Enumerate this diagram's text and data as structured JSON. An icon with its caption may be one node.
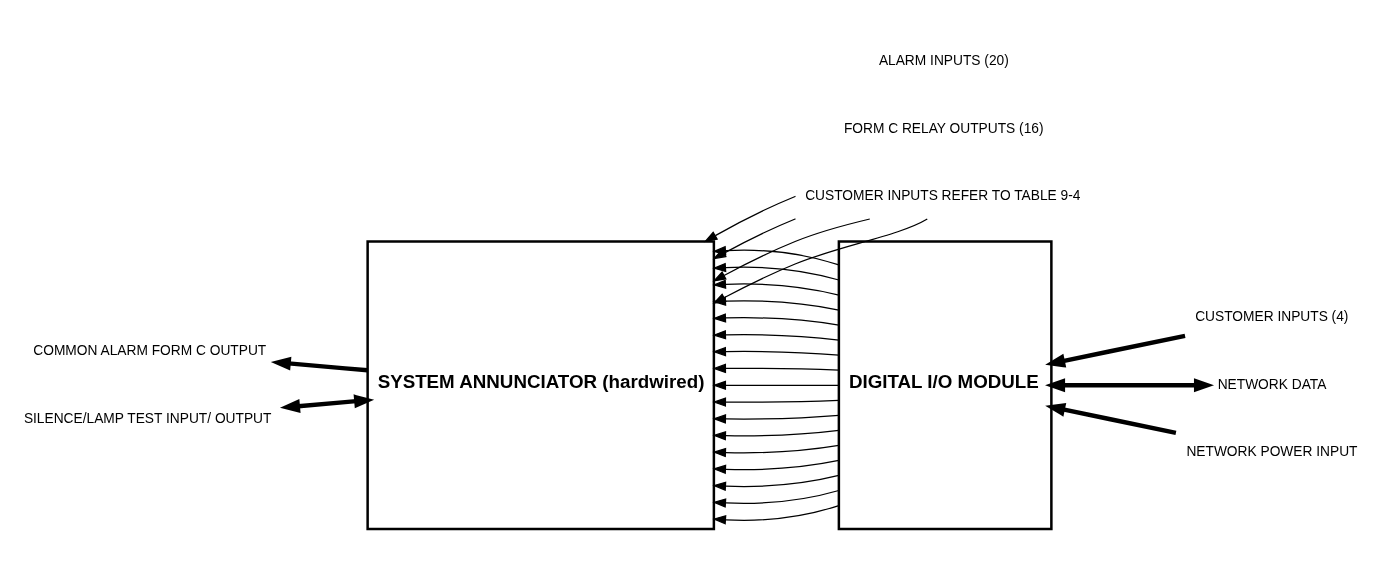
{
  "diagram": {
    "nodes": [
      {
        "text": [
          "SYSTEM ANNUNCIATOR (hardwired)"
        ]
      },
      {
        "text": [
          "DIGITAL I/O MODULE"
        ]
      },
      {
        "text": [
          "COMMON ALARM FORM C OUTPUT"
        ]
      },
      {
        "text": [
          "SILENCE/LAMP TEST INPUT/ OUTPUT"
        ]
      },
      {
        "text": [
          "CUSTOMER INPUTS (4)"
        ]
      },
      {
        "text": [
          "NETWORK DATA"
        ]
      },
      {
        "text": [
          "NETWORK POWER INPUT"
        ]
      },
      {
        "text": [
          "CUSTOMER INPUTS REFER TO TABLE 9-4"
        ]
      }
    ],
    "edges": [
      {
        "from": 0,
        "to": 2,
        "arrow": "to",
        "style": "thick"
      },
      {
        "from": 0,
        "to": 3,
        "arrow": "both",
        "style": "thick"
      },
      {
        "from": 4,
        "to": 1,
        "arrow": "to",
        "style": "thick"
      },
      {
        "from": 1,
        "to": 5,
        "arrow": "both",
        "style": "thick"
      },
      {
        "from": 6,
        "to": 1,
        "arrow": "to",
        "style": "thick"
      },
      {
        "from": 1,
        "to": 0,
        "arrow": "to"
      },
      {
        "from": 1,
        "to": 0,
        "arrow": "to"
      },
      {
        "from": 1,
        "to": 0,
        "arrow": "to"
      },
      {
        "from": 1,
        "to": 0,
        "arrow": "to"
      },
      {
        "from": 1,
        "to": 0,
        "arrow": "to"
      },
      {
        "from": 1,
        "to": 0,
        "arrow": "to"
      },
      {
        "from": 1,
        "to": 0,
        "arrow": "to"
      },
      {
        "from": 1,
        "to": 0,
        "arrow": "to"
      },
      {
        "from": 1,
        "to": 0,
        "arrow": "to"
      },
      {
        "from": 1,
        "to": 0,
        "arrow": "to"
      },
      {
        "from": 1,
        "to": 0,
        "arrow": "to"
      },
      {
        "from": 1,
        "to": 0,
        "arrow": "to"
      },
      {
        "from": 1,
        "to": 0,
        "arrow": "to"
      },
      {
        "from": 1,
        "to": 0,
        "arrow": "to"
      },
      {
        "from": 1,
        "to": 0,
        "arrow": "to"
      },
      {
        "from": 1,
        "to": 0,
        "arrow": "to"
      },
      {
        "from": 7,
        "to": 0,
        "arrow": "to"
      },
      {
        "from": 7,
        "to": 0,
        "arrow": "to"
      },
      {
        "from": 7,
        "to": 0,
        "arrow": "to"
      },
      {
        "from": 7,
        "to": 0,
        "arrow": "to"
      },
      {
        "from": 1,
        "to": 0,
        "arrow": "to"
      }
    ],
    "labels": [
      "ALARM INPUTS (20)",
      "FORM C RELAY OUTPUTS (16)"
    ]
  }
}
